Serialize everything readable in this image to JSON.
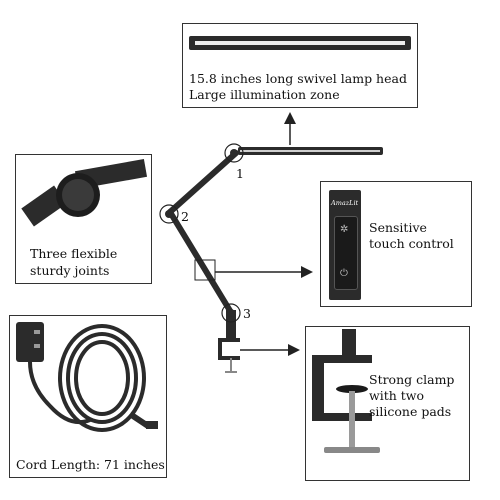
{
  "lamp_head_caption": {
    "line1": "15.8 inches long swivel lamp head",
    "line2": "Large illumination zone"
  },
  "joints_caption": {
    "line1": "Three flexible",
    "line2": "sturdy joints"
  },
  "touch_caption": {
    "line1": "Sensitive",
    "line2": "touch control"
  },
  "brand": "AmazLit",
  "clamp_caption": {
    "line1": "Strong clamp",
    "line2": "with two",
    "line3": "silicone pads"
  },
  "cord_caption": "Cord Length: 71 inches",
  "joint_numbers": [
    "1",
    "2",
    "3"
  ],
  "colors": {
    "lamp_body": "#2b2b2b",
    "lamp_light": "#eeeeee",
    "frame": "#333333"
  }
}
